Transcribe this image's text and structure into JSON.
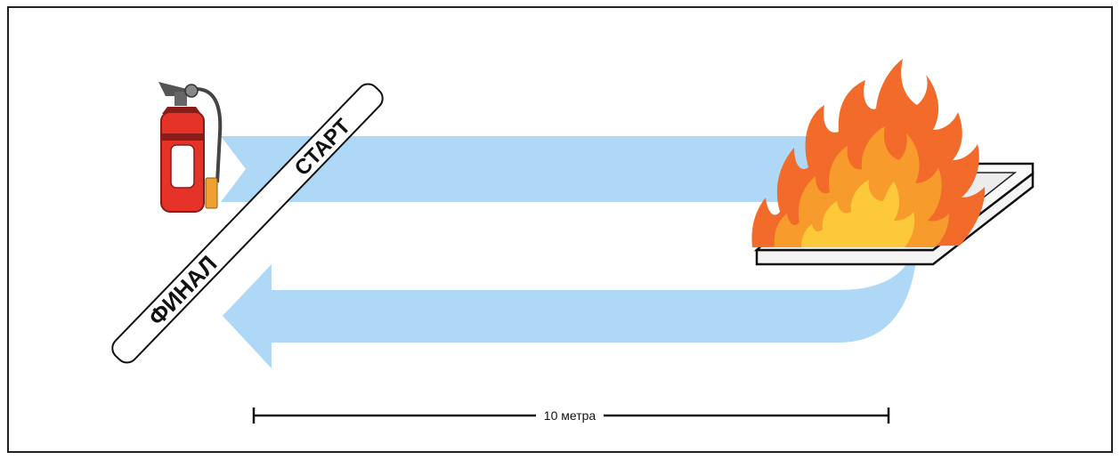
{
  "top_caption": "",
  "strip": {
    "start_label": "СТАРТ",
    "finish_label": "ФИНАЛ"
  },
  "distance": {
    "label": "10 метра"
  },
  "colors": {
    "arrow": "#aed8f5",
    "extinguisher_red": "#e5332a",
    "extinguisher_dark": "#8a1c18",
    "nozzle_orange": "#f0a030",
    "flame_outer": "#f26b2a",
    "flame_mid": "#f79b2c",
    "flame_inner": "#fbc93a",
    "tray_fill": "#f4f4f4",
    "line": "#111111"
  },
  "icons": [
    "fire-extinguisher-icon",
    "fire-icon",
    "fire-tray-icon"
  ]
}
